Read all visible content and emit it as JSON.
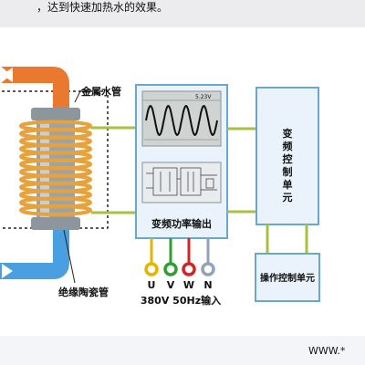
{
  "top_caption": "，达到快速加热水的效果。",
  "labels": {
    "metal_pipe": "金属水管",
    "insulating_pipe": "绝缘陶瓷管",
    "power_output": "变频功率输出",
    "control_unit": "变频控制单元",
    "operation_unit": "操作控制单元",
    "input_caption": "380V 50Hz输入",
    "scope_readout": "5.23V"
  },
  "phases": [
    {
      "letter": "U",
      "color": "#e4b400"
    },
    {
      "letter": "V",
      "color": "#2f9f2f"
    },
    {
      "letter": "W",
      "color": "#d02525"
    },
    {
      "letter": "N",
      "color": "#8fa4b6"
    }
  ],
  "watermark": "WWW.*",
  "colors": {
    "hot_pipe": "#e8792f",
    "cold_pipe": "#4a9fe0",
    "coil": "#e6a23c",
    "wire": "#a6c23f",
    "panel_border": "#6aa7cf",
    "panel_fill": "#eaf3fb"
  }
}
